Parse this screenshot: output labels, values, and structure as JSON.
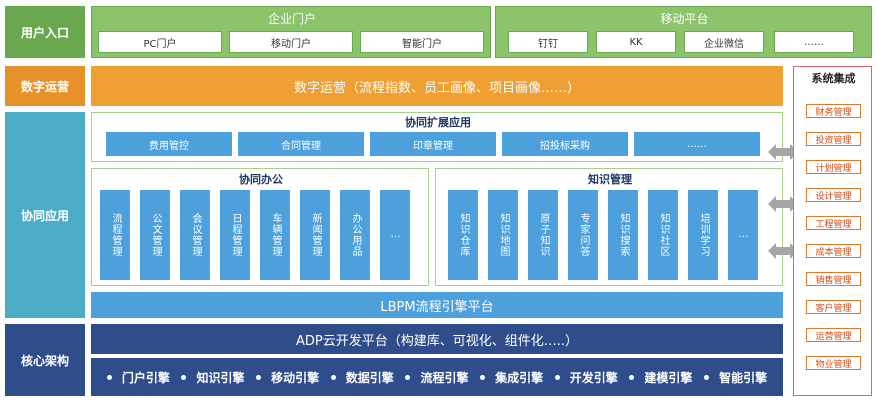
{
  "layers": {
    "user_entry": "用户入口",
    "digital_ops": "数字运营",
    "collab_app": "协同应用",
    "core_arch": "核心架构"
  },
  "enterprise_portal": {
    "title": "企业门户",
    "items": [
      "PC门户",
      "移动门户",
      "智能门户"
    ]
  },
  "mobile_platform": {
    "title": "移动平台",
    "items": [
      "钉钉",
      "KK",
      "企业微信",
      "……"
    ]
  },
  "digital_ops_bar": "数字运营（流程指数、员工画像、项目画像……）",
  "collab_extension": {
    "title": "协同扩展应用",
    "items": [
      "费用管控",
      "合同管理",
      "印章管理",
      "招投标采购",
      "……"
    ]
  },
  "collab_office": {
    "title": "协同办公",
    "items": [
      "流程管理",
      "公文管理",
      "会议管理",
      "日程管理",
      "车辆管理",
      "新闻管理",
      "办公用品",
      "…"
    ]
  },
  "knowledge_mgmt": {
    "title": "知识管理",
    "items": [
      "知识仓库",
      "知识地图",
      "原子知识",
      "专家问答",
      "知识搜索",
      "知识社区",
      "培训学习",
      "…"
    ]
  },
  "lbpm_bar": "LBPM流程引擎平台",
  "adp_bar": "ADP云开发平台（构建库、可视化、组件化…..）",
  "engines": [
    "门户引擎",
    "知识引擎",
    "移动引擎",
    "数据引擎",
    "流程引擎",
    "集成引擎",
    "开发引擎",
    "建模引擎",
    "智能引擎"
  ],
  "system_integration": {
    "title": "系统集成",
    "items": [
      "财务管理",
      "投资管理",
      "计划管理",
      "设计管理",
      "工程管理",
      "成本管理",
      "销售管理",
      "客户管理",
      "运营管理",
      "物业管理"
    ]
  },
  "colors": {
    "green": "#8bc46a",
    "orange": "#f0a033",
    "blue": "#4ea0dc",
    "dark_blue": "#2f4d8a",
    "teal_label": "#4bacc6",
    "sys_border": "#e07a2a"
  }
}
